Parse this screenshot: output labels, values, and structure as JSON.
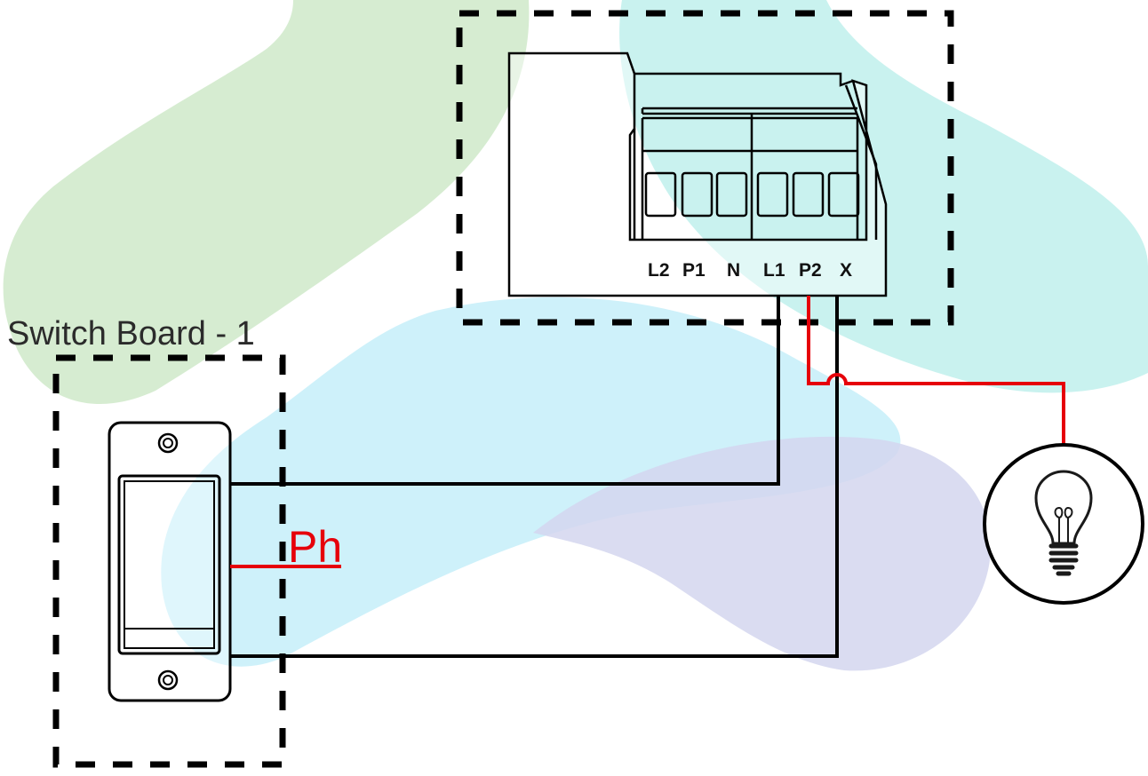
{
  "switch_board": {
    "title": "Switch Board - 1"
  },
  "terminal_block": {
    "labels": [
      "L2",
      "P1",
      "N",
      "L1",
      "P2",
      "X"
    ]
  },
  "phase_label": "Ph",
  "colors": {
    "wire_black": "#000000",
    "wire_red": "#e6000a",
    "phase_text": "#e6000a",
    "background_green": "#cfe9c9",
    "background_teal": "#bff0ec",
    "background_cyan": "#c6eef9",
    "background_lavender": "#d4d6ee"
  },
  "icons": {
    "load": "light-bulb-icon",
    "switch": "rocker-switch-icon"
  }
}
